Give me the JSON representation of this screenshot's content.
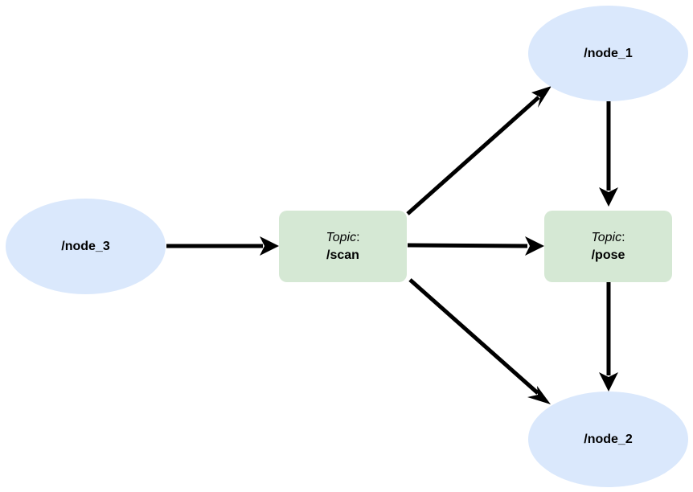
{
  "colors": {
    "node_fill": "#dae8fc",
    "topic_fill": "#d5e8d4",
    "edge": "#000000"
  },
  "nodes": {
    "node_1": "/node_1",
    "node_2": "/node_2",
    "node_3": "/node_3"
  },
  "topics": {
    "scan": {
      "prefix": "Topic",
      "separator": ":",
      "name": "/scan"
    },
    "pose": {
      "prefix": "Topic",
      "separator": ":",
      "name": "/pose"
    }
  },
  "edges": [
    {
      "from": "/node_3",
      "to": "/scan"
    },
    {
      "from": "/scan",
      "to": "/node_1"
    },
    {
      "from": "/scan",
      "to": "/pose"
    },
    {
      "from": "/scan",
      "to": "/node_2"
    },
    {
      "from": "/node_1",
      "to": "/pose"
    },
    {
      "from": "/pose",
      "to": "/node_2"
    }
  ]
}
